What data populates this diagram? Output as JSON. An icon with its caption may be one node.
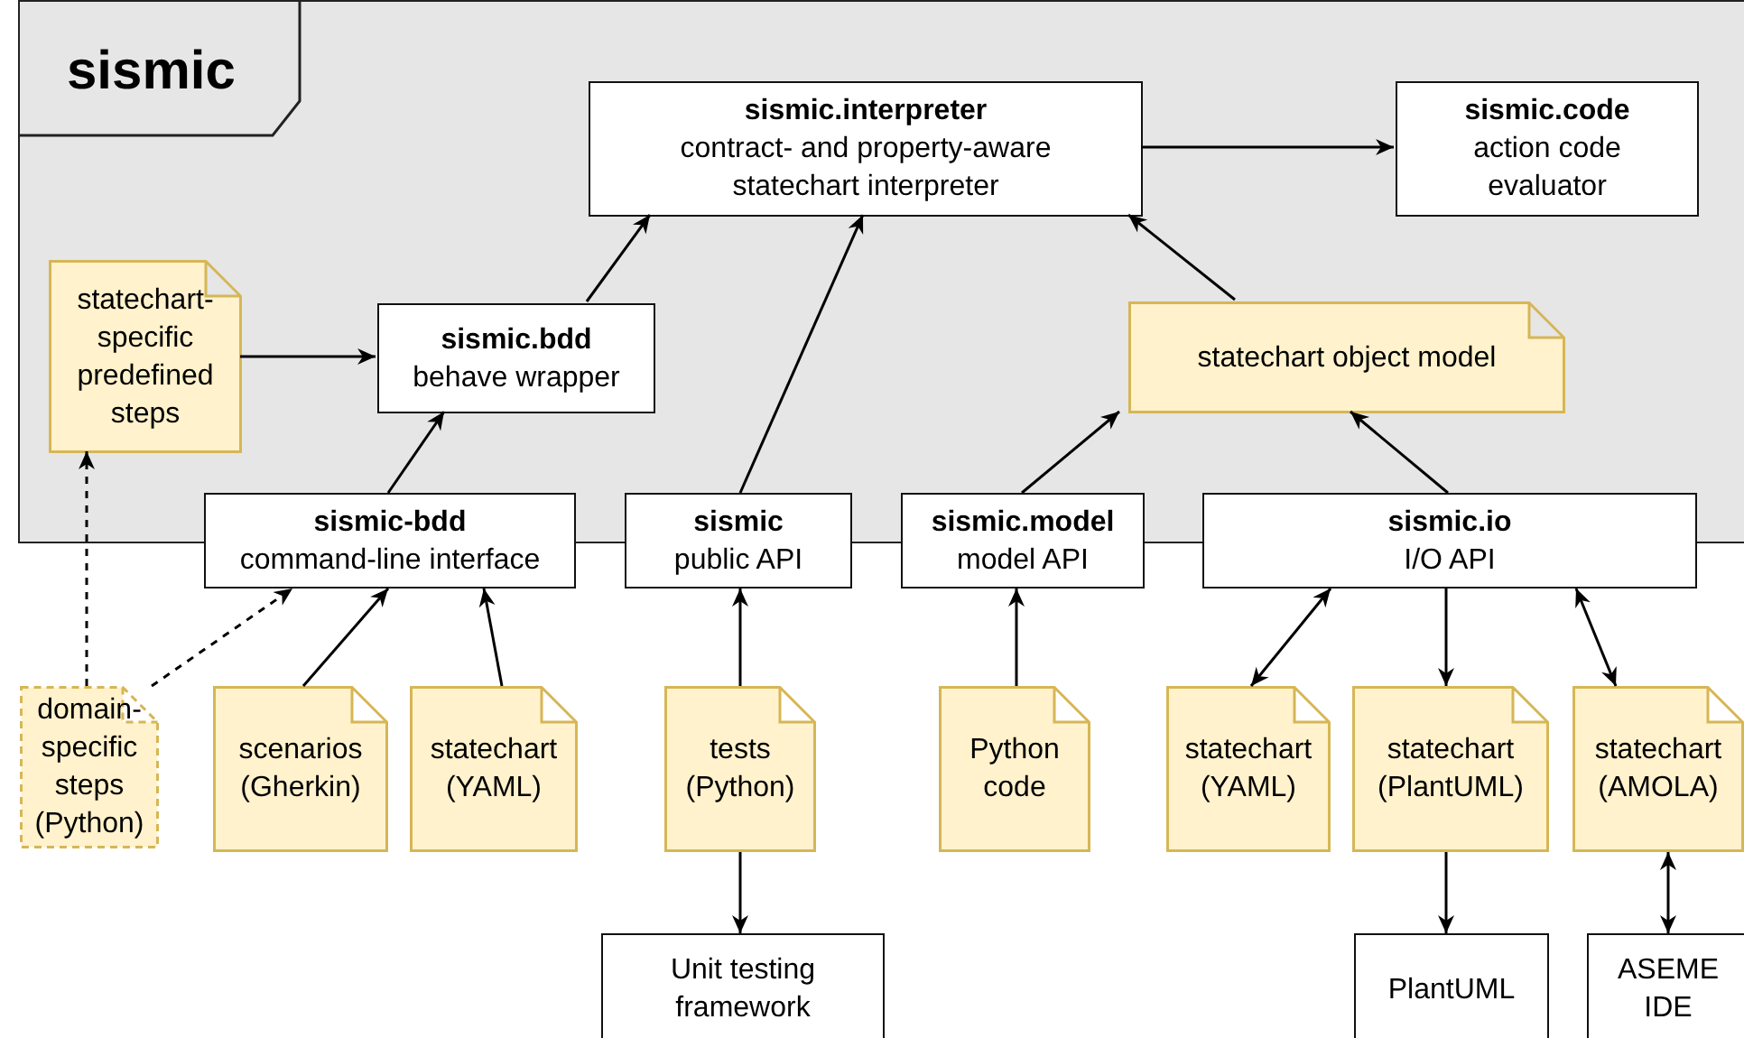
{
  "diagram": {
    "nodes": [
      {
        "text": [
          "sismic"
        ]
      },
      {
        "text": [
          "sismic.interpreter",
          "contract- and property-aware statechart interpreter"
        ],
        "in": 0
      },
      {
        "text": [
          "sismic.code",
          "action code evaluator"
        ],
        "in": 0
      },
      {
        "text": [
          "statechart-specific predefined steps"
        ],
        "in": 0
      },
      {
        "text": [
          "sismic.bdd",
          "behave wrapper"
        ],
        "in": 0
      },
      {
        "text": [
          "statechart object model"
        ],
        "in": 0
      },
      {
        "text": [
          "sismic-bdd",
          "command-line interface"
        ]
      },
      {
        "text": [
          "sismic",
          "public API"
        ]
      },
      {
        "text": [
          "sismic.model",
          "model API"
        ]
      },
      {
        "text": [
          "sismic.io",
          "I/O API"
        ]
      },
      {
        "text": [
          "domain-specific steps (Python)"
        ]
      },
      {
        "text": [
          "scenarios (Gherkin)"
        ]
      },
      {
        "text": [
          "statechart (YAML)"
        ]
      },
      {
        "text": [
          "tests (Python)"
        ]
      },
      {
        "text": [
          "Python code"
        ]
      },
      {
        "text": [
          "statechart (YAML)"
        ]
      },
      {
        "text": [
          "statechart (PlantUML)"
        ]
      },
      {
        "text": [
          "statechart (AMOLA)"
        ]
      },
      {
        "text": [
          "Unit testing framework"
        ]
      },
      {
        "text": [
          "PlantUML"
        ]
      },
      {
        "text": [
          "ASEME IDE"
        ]
      }
    ],
    "edges": [
      {
        "from": 1,
        "to": 2,
        "arrow": "to"
      },
      {
        "from": 3,
        "to": 4,
        "arrow": "to"
      },
      {
        "from": 4,
        "to": 1,
        "arrow": "to"
      },
      {
        "from": 7,
        "to": 1,
        "arrow": "to"
      },
      {
        "from": 5,
        "to": 1,
        "arrow": "to"
      },
      {
        "from": 6,
        "to": 4,
        "arrow": "to"
      },
      {
        "from": 8,
        "to": 5,
        "arrow": "to"
      },
      {
        "from": 9,
        "to": 5,
        "arrow": "to"
      },
      {
        "from": 10,
        "to": 3,
        "arrow": "to",
        "style": "dashed"
      },
      {
        "from": 10,
        "to": 6,
        "arrow": "to",
        "style": "dashed"
      },
      {
        "from": 11,
        "to": 6,
        "arrow": "to"
      },
      {
        "from": 12,
        "to": 6,
        "arrow": "to"
      },
      {
        "from": 13,
        "to": 7,
        "arrow": "to"
      },
      {
        "from": 14,
        "to": 8,
        "arrow": "to"
      },
      {
        "from": 15,
        "to": 9,
        "arrow": "both"
      },
      {
        "from": 9,
        "to": 16,
        "arrow": "to"
      },
      {
        "from": 17,
        "to": 9,
        "arrow": "both"
      },
      {
        "from": 13,
        "to": 18,
        "arrow": "to"
      },
      {
        "from": 16,
        "to": 19,
        "arrow": "to"
      },
      {
        "from": 17,
        "to": 20,
        "arrow": "both"
      }
    ]
  }
}
